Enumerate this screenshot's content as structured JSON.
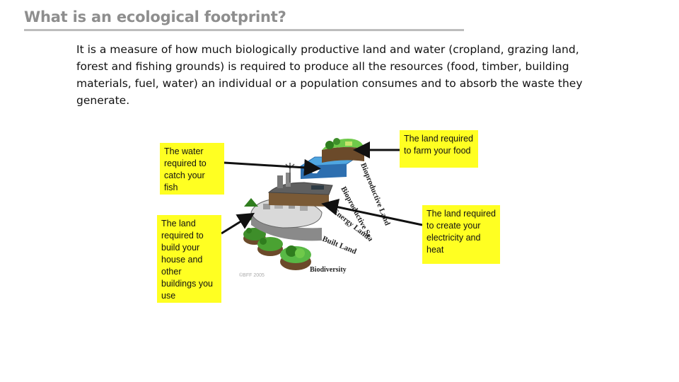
{
  "slide": {
    "title": "What is an ecological footprint?",
    "body": "It is a measure of how much biologically productive land and water (cropland, grazing land, forest and fishing grounds) is required to produce all the resources (food, timber, building materials, fuel, water) an individual or a population consumes and to absorb the waste they generate."
  },
  "callouts": {
    "water": "The water required to catch your fish",
    "food": "The land required to farm your food",
    "electricity": "The land required to create your electricity and heat",
    "house": "The land required to build your house and other buildings you use"
  },
  "diagram": {
    "layers": [
      "Bioproductive Land",
      "Bioproductive Sea",
      "Energy Land",
      "Built Land",
      "Biodiversity"
    ],
    "credit": "©BFF 2005"
  },
  "colors": {
    "callout": "#ffff22",
    "title": "#8e8e8e",
    "rule": "#bdbdbd",
    "arrow": "#111111"
  }
}
